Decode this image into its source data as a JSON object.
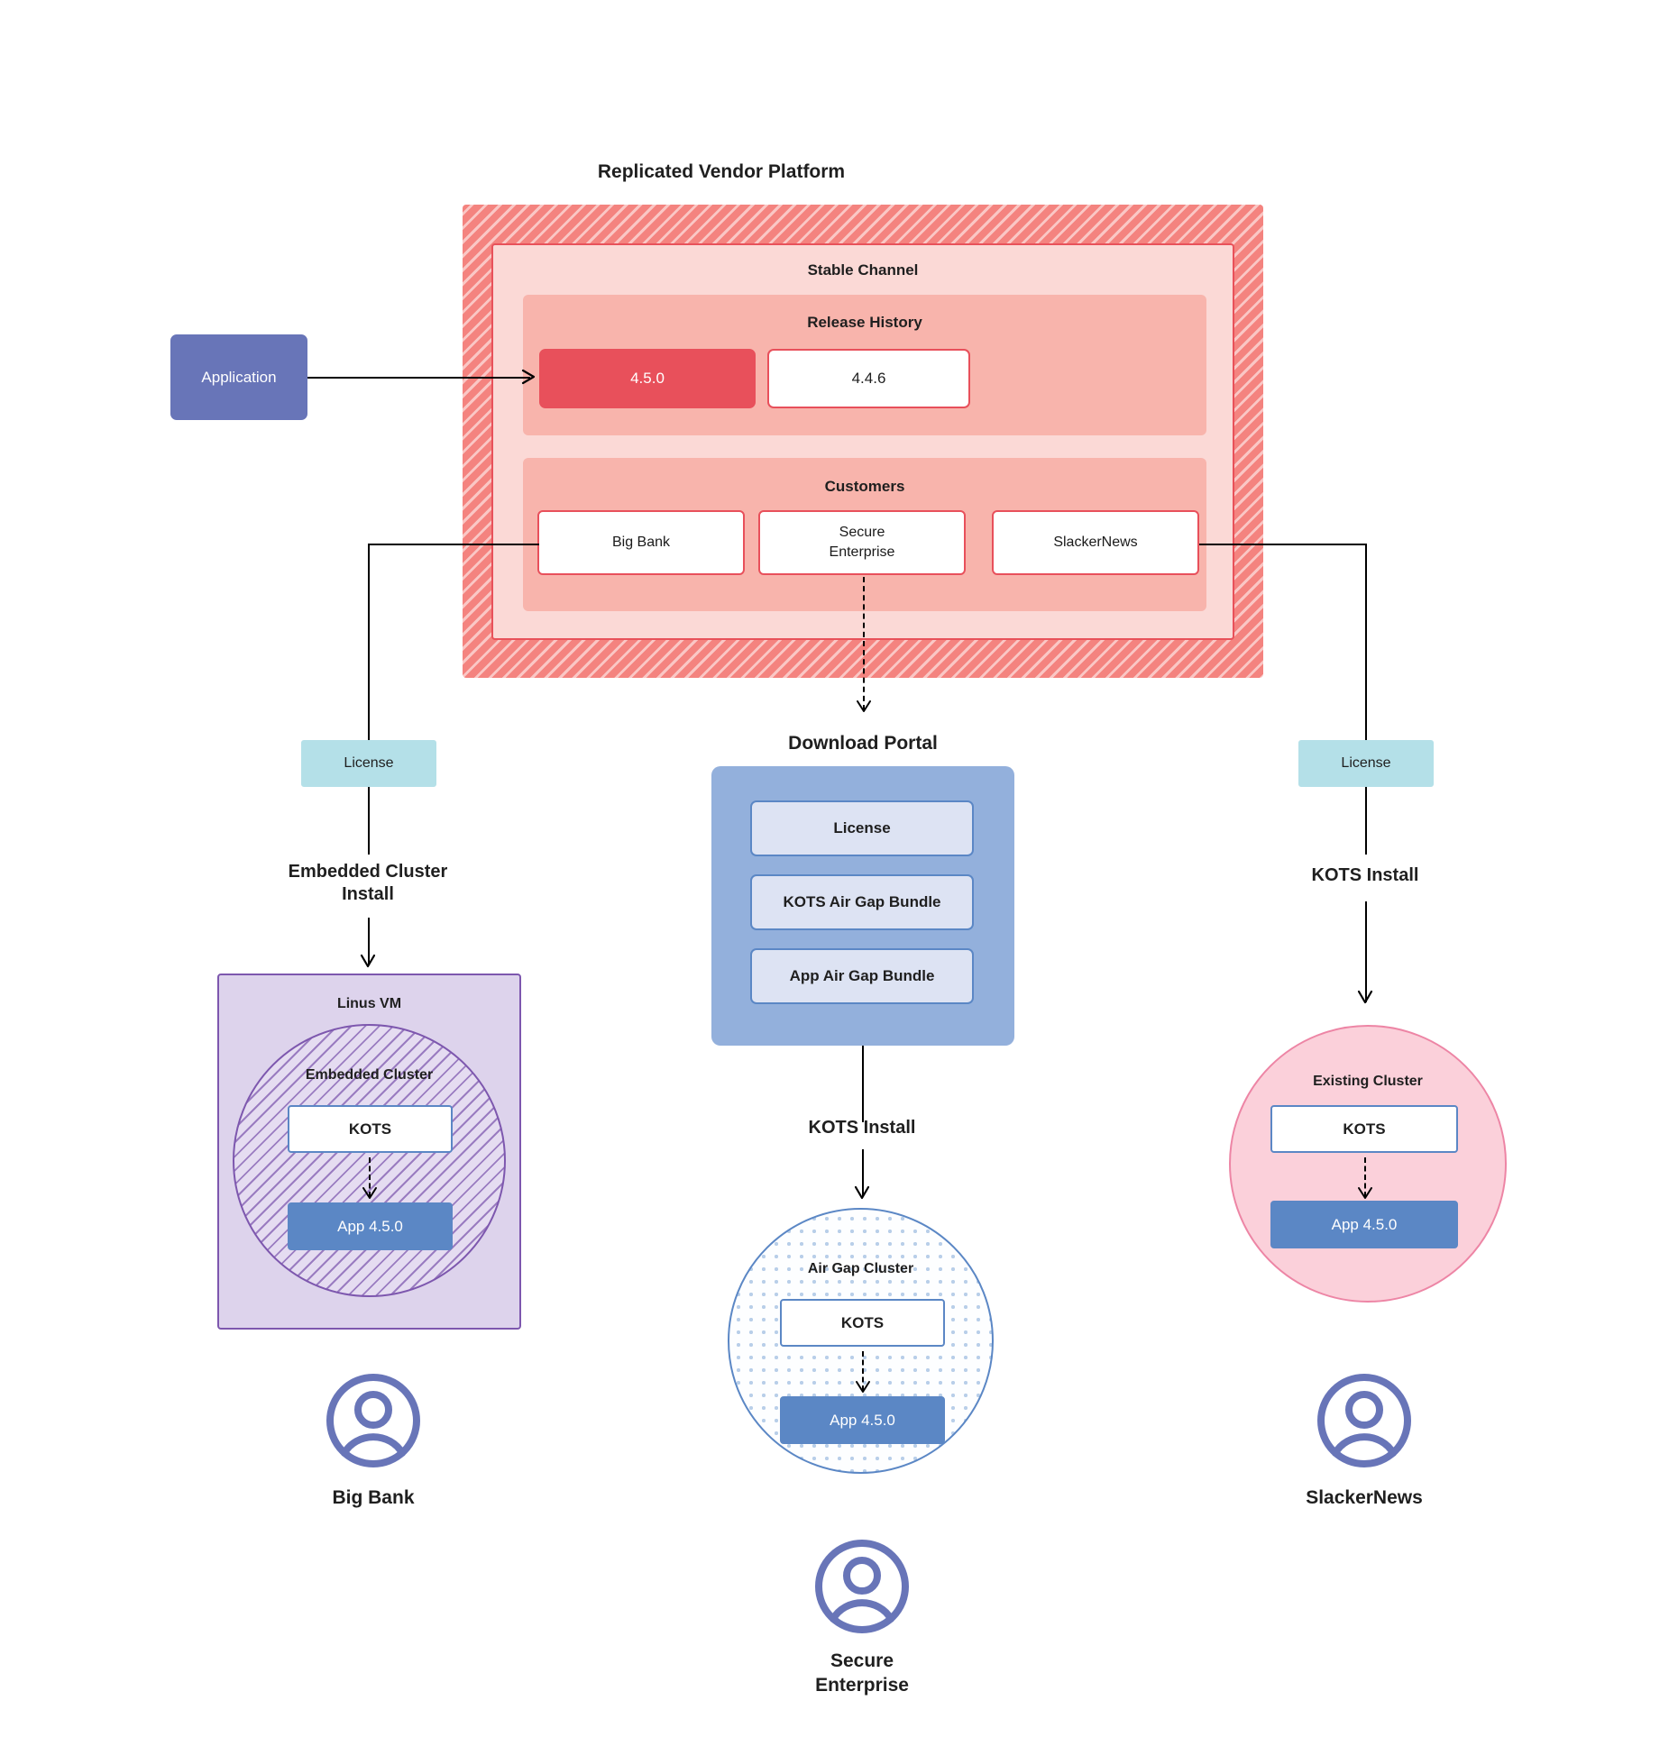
{
  "diagram": {
    "title": "Replicated Vendor Platform",
    "application": {
      "label": "Application"
    },
    "vendor_platform": {
      "stable_channel": {
        "label": "Stable Channel"
      },
      "release_history": {
        "label": "Release History",
        "releases": [
          {
            "version": "4.5.0",
            "state": "active"
          },
          {
            "version": "4.4.6",
            "state": "inactive"
          }
        ]
      },
      "customers": {
        "label": "Customers",
        "items": [
          {
            "name": "Big Bank"
          },
          {
            "name": "Secure\nEnterprise"
          },
          {
            "name": "SlackerNews"
          }
        ]
      }
    },
    "branches": {
      "left": {
        "license_label": "License",
        "install_label": "Embedded Cluster\nInstall",
        "host": {
          "label": "Linus VM"
        },
        "cluster": {
          "label": "Embedded Cluster"
        },
        "kots": {
          "label": "KOTS"
        },
        "app": {
          "label": "App 4.5.0"
        },
        "persona": {
          "label": "Big Bank",
          "icon": "user-avatar-icon"
        }
      },
      "middle": {
        "portal_title": "Download  Portal",
        "portal_items": [
          {
            "label": "License"
          },
          {
            "label": "KOTS Air Gap Bundle"
          },
          {
            "label": "App Air Gap Bundle"
          }
        ],
        "install_label": "KOTS Install",
        "cluster": {
          "label": "Air Gap Cluster"
        },
        "kots": {
          "label": "KOTS"
        },
        "app": {
          "label": "App 4.5.0"
        },
        "persona": {
          "label": "Secure\nEnterprise",
          "icon": "user-avatar-icon"
        }
      },
      "right": {
        "license_label": "License",
        "install_label": "KOTS Install",
        "cluster": {
          "label": "Existing Cluster"
        },
        "kots": {
          "label": "KOTS"
        },
        "app": {
          "label": "App 4.5.0"
        },
        "persona": {
          "label": "SlackerNews",
          "icon": "user-avatar-icon"
        }
      }
    },
    "colors": {
      "vendor_hatch": "#f4837f",
      "channel_panel": "#fbd9d6",
      "sub_panel": "#f8b4ac",
      "release_active": "#e8505b",
      "application": "#6875b8",
      "license": "#b4e0e8",
      "portal": "#93b0dc",
      "portal_item": "#dde3f3",
      "vm": "#ddd3ec",
      "embedded_cluster_stroke": "#7d57ae",
      "airgap_stroke": "#5b87c5",
      "existing_cluster": "#fbd0da",
      "app_version": "#5b87c5",
      "persona": "#6875b8"
    }
  }
}
